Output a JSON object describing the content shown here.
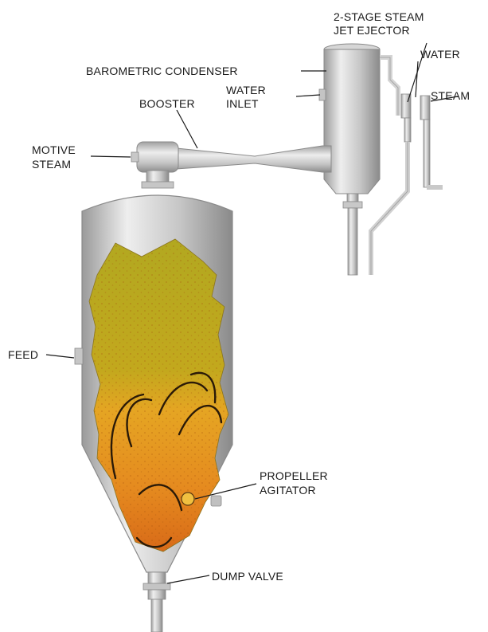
{
  "labels": {
    "barometric_condenser": "BAROMETRIC CONDENSER",
    "ejector_line1": "2-STAGE STEAM",
    "ejector_line2": "JET EJECTOR",
    "water": "WATER",
    "steam": "STEAM",
    "water_inlet_line1": "WATER",
    "water_inlet_line2": "INLET",
    "booster": "BOOSTER",
    "motive_steam_line1": "MOTIVE",
    "motive_steam_line2": "STEAM",
    "feed": "FEED",
    "propeller_line1": "PROPELLER",
    "propeller_line2": "AGITATOR",
    "dump_valve": "DUMP VALVE"
  },
  "colors": {
    "metal_light": "#e6e6e6",
    "metal_mid": "#b9b9b9",
    "metal_dark": "#8e8e8e",
    "liquid_top": "#b4a91e",
    "liquid_bottom": "#e07a1c"
  }
}
